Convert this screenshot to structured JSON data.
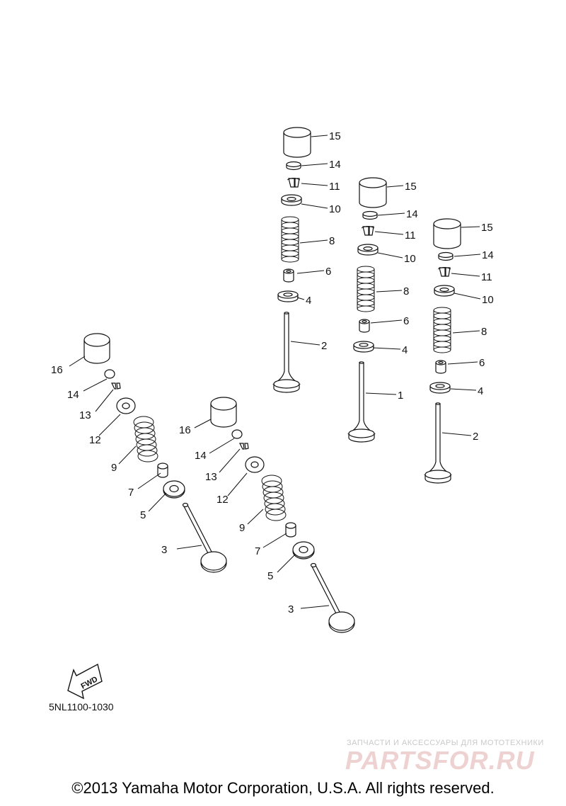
{
  "callouts": {
    "A": [
      "15",
      "14",
      "11",
      "10",
      "8",
      "6",
      "4",
      "2"
    ],
    "B": [
      "15",
      "14",
      "11",
      "10",
      "8",
      "6",
      "4",
      "1"
    ],
    "C": [
      "15",
      "14",
      "11",
      "10",
      "8",
      "6",
      "4",
      "2"
    ],
    "D": [
      "16",
      "14",
      "13",
      "12",
      "9",
      "7",
      "5",
      "3"
    ],
    "E": [
      "16",
      "14",
      "13",
      "12",
      "9",
      "7",
      "5",
      "3"
    ]
  },
  "fwd_label": "FWD",
  "part_number": "5NL1100-1030",
  "watermark": {
    "subtitle": "ЗАПЧАСТИ И АКСЕССУАРЫ ДЛЯ МОТОТЕХНИКИ",
    "brand": "PARTSFOR.RU"
  },
  "copyright": "©2013 Yamaha Motor Corporation, U.S.A. All rights reserved."
}
